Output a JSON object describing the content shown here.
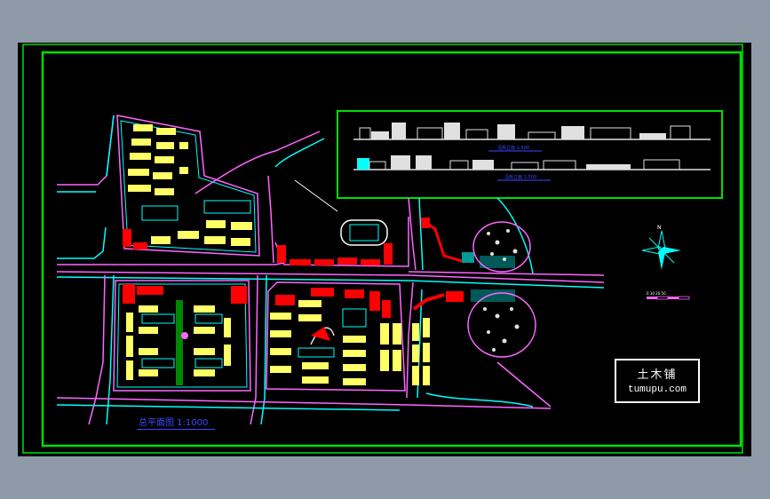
{
  "watermark": {
    "name": "土木铺",
    "url": "tumupu.com"
  },
  "plan_title": "总平面图 1:1000",
  "elevation_captions": [
    "沿街立面 1:500",
    "沿街立面 1:500"
  ],
  "scale_bar": "0  10  20  50",
  "colors": {
    "frame": "#00e000",
    "road": "#ff66ff",
    "edge": "#00ffff",
    "building": "#ffff66",
    "public_building": "#ff0000",
    "text": "#3a4bff"
  }
}
